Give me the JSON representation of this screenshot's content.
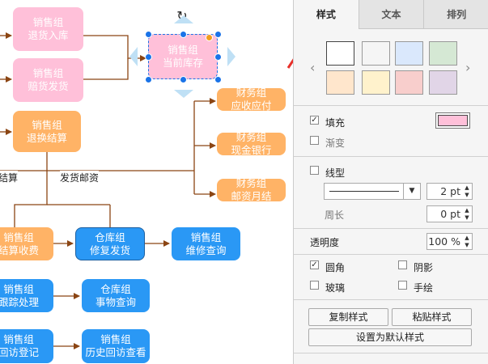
{
  "canvas": {
    "nodes": [
      {
        "id": "return-in",
        "lines": [
          "销售组",
          "退货入库"
        ],
        "style": "pink"
      },
      {
        "id": "compensation",
        "lines": [
          "销售组",
          "赔货发货"
        ],
        "style": "pink"
      },
      {
        "id": "current-stock",
        "lines": [
          "销售组",
          "当前库存"
        ],
        "style": "pink"
      },
      {
        "id": "return-settle",
        "lines": [
          "销售组",
          "退换结算"
        ],
        "style": "orange"
      },
      {
        "id": "receivable",
        "lines": [
          "财务组",
          "应收应付"
        ],
        "style": "orange"
      },
      {
        "id": "cash-bank",
        "lines": [
          "财务组",
          "现金银行"
        ],
        "style": "orange"
      },
      {
        "id": "postage-monthly",
        "lines": [
          "财务组",
          "邮资月结"
        ],
        "style": "orange"
      },
      {
        "id": "settle-collect",
        "lines": [
          "销售组",
          "结算收费"
        ],
        "style": "orange"
      },
      {
        "id": "repair-ship",
        "lines": [
          "仓库组",
          "修复发货"
        ],
        "style": "blue-dark"
      },
      {
        "id": "repair-query",
        "lines": [
          "销售组",
          "维修查询"
        ],
        "style": "blue"
      },
      {
        "id": "track-handle",
        "lines": [
          "销售组",
          "跟踪处理"
        ],
        "style": "blue"
      },
      {
        "id": "item-query",
        "lines": [
          "仓库组",
          "事物查询"
        ],
        "style": "blue"
      },
      {
        "id": "visit-register",
        "lines": [
          "销售组",
          "回访登记"
        ],
        "style": "blue"
      },
      {
        "id": "visit-history",
        "lines": [
          "销售组",
          "历史回访查看"
        ],
        "style": "blue"
      }
    ],
    "edge_labels": {
      "settle": "结算",
      "ship_postage": "发货邮资"
    },
    "colors": {
      "pink": "#ffc0d9",
      "orange": "#ffb366",
      "blue": "#2a98f5",
      "edge": "#8b4513",
      "handle": "#1a73e8"
    }
  },
  "panel": {
    "tabs": [
      "样式",
      "文本",
      "排列"
    ],
    "active_tab": "样式",
    "swatches": [
      "#ffffff",
      "#f5f5f5",
      "#dae8fc",
      "#d5e8d4",
      "#ffe6cc",
      "#fff2cc",
      "#f8cecc",
      "#e1d5e7"
    ],
    "fill": {
      "label": "填充",
      "checked": true,
      "color": "#ffc0d9"
    },
    "gradient": {
      "label": "渐变",
      "checked": false
    },
    "line": {
      "label": "线型",
      "checked": false,
      "width": "2 pt"
    },
    "perimeter": {
      "label": "周长",
      "value": "0 pt"
    },
    "opacity": {
      "label": "透明度",
      "value": "100 %"
    },
    "rounded": {
      "label": "圆角",
      "checked": true
    },
    "shadow": {
      "label": "阴影",
      "checked": false
    },
    "glass": {
      "label": "玻璃",
      "checked": false
    },
    "sketch": {
      "label": "手绘",
      "checked": false
    },
    "buttons": {
      "copy_style": "复制样式",
      "paste_style": "粘贴样式",
      "set_default": "设置为默认样式"
    }
  }
}
